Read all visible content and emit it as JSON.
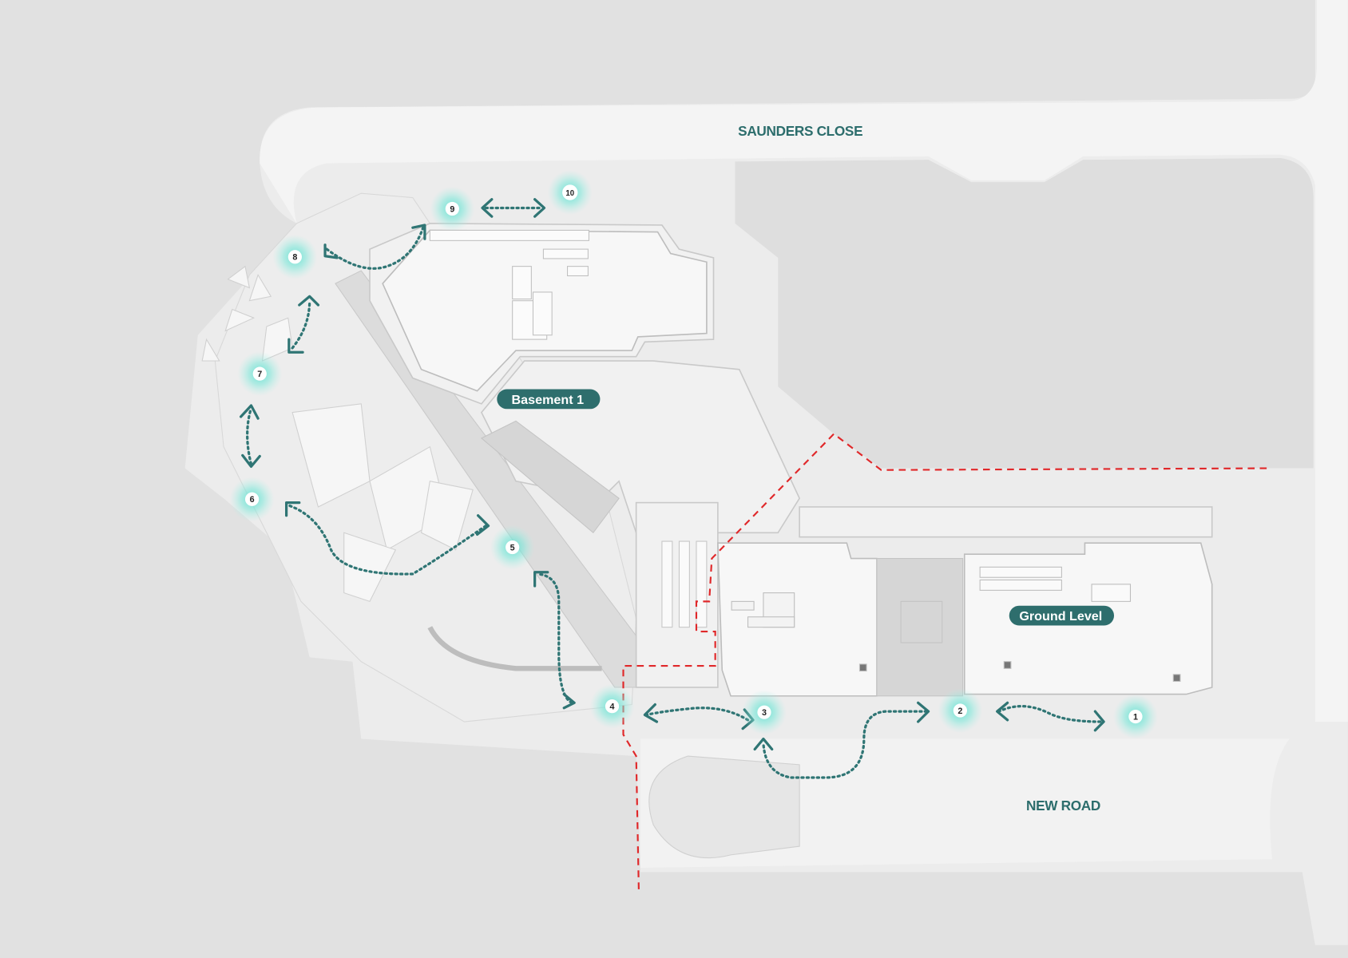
{
  "map": {
    "streets": {
      "north": "SAUNDERS CLOSE",
      "south": "NEW ROAD"
    },
    "level_labels": {
      "basement": "Basement 1",
      "ground": "Ground Level"
    },
    "waypoints": [
      "1",
      "2",
      "3",
      "4",
      "5",
      "6",
      "7",
      "8",
      "9",
      "10"
    ],
    "colors": {
      "accent": "#2f7574",
      "pill": "#2e6e6d",
      "glow": "#5fe0d0",
      "boundary": "#e0282a",
      "background": "#e1e1e1"
    }
  }
}
